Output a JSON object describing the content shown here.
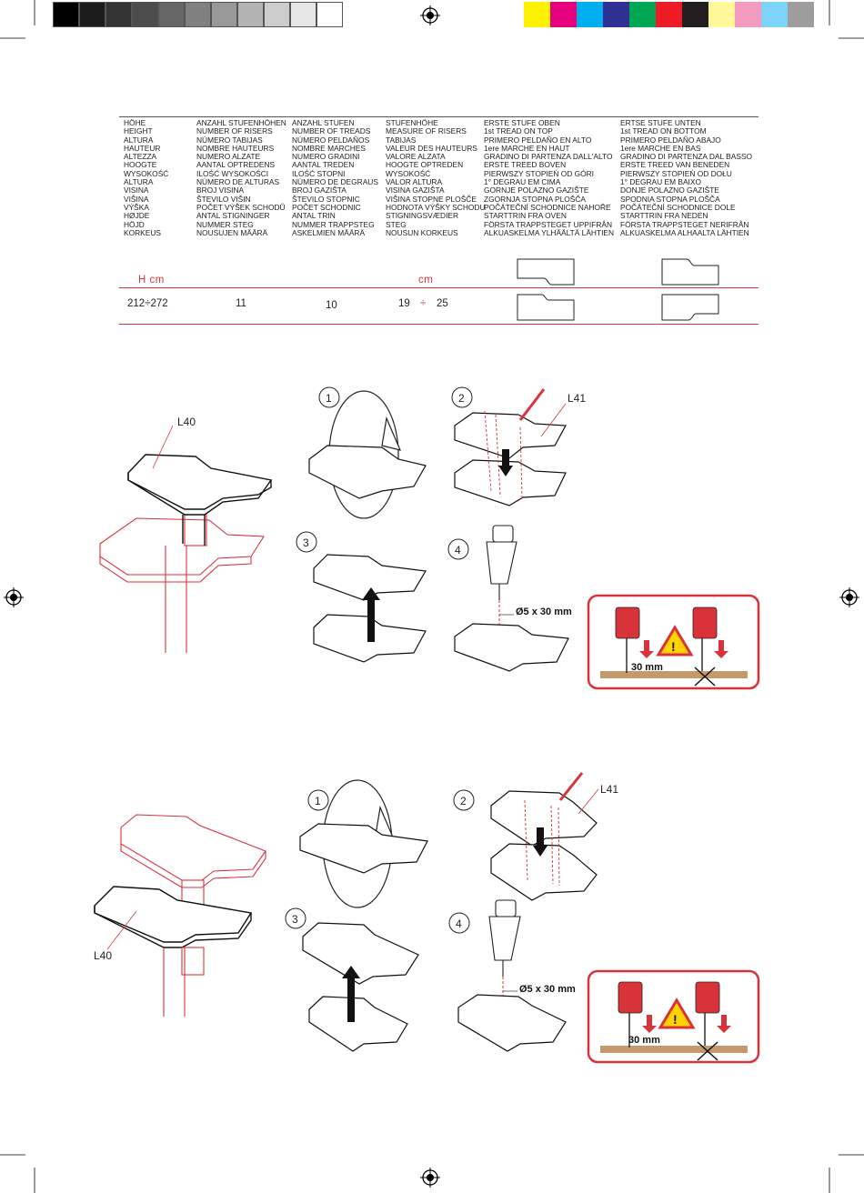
{
  "color_bar": {
    "grays": [
      "#000000",
      "#1c1c1c",
      "#333333",
      "#4d4d4d",
      "#666666",
      "#808080",
      "#999999",
      "#b3b3b3",
      "#cccccc",
      "#e6e6e6",
      "#ffffff"
    ],
    "colors": [
      "#fff200",
      "#e6007e",
      "#00aeef",
      "#2e3192",
      "#00a651",
      "#ed1c24",
      "#231f20",
      "#fff799",
      "#f49ac1",
      "#7dd3f7",
      "#9d9d9d"
    ]
  },
  "table": {
    "col1": "HÖHE\nHEIGHT\nALTURA\nHAUTEUR\nALTEZZA\nHOOGTE\nWYSOKOŚĆ\nALTURA\nVISINA\nVIŠINA\nVÝŠKA\nHØJDE\nHÖJD\nKORKEUS",
    "col2": "ANZAHL STUFENHÖHEN\nNUMBER OF RISERS\nNÚMERO TABIJAS\nNOMBRE HAUTEURS\nNUMERO ALZATE\nAANTAL OPTREDENS\nILOŚĆ WYSOKOŚCI\nNÚMERO DE ALTURAS\nBROJ VISINA\nŠTEVILO VIŠIN\nPOČET VÝŠEK SCHODŮ\nANTAL STIGNINGER\nNUMMER STEG\nNOUSUJEN MÄÄRÄ",
    "col3": "ANZAHL STUFEN\nNUMBER OF TREADS\nNÚMERO PELDAÑOS\nNOMBRE MARCHES\nNUMERO GRADINI\nAANTAL TREDEN\nILOŚĆ STOPNI\nNÚMERO DE DEGRAUS\nBROJ GAZIŠTA\nŠTEVILO STOPNIC\nPOČET SCHODNIC\nANTAL TRIN\nNUMMER TRAPPSTEG\nASKELMIEN MÄÄRÄ",
    "col4": "STUFENHÖHE\nMEASURE OF RISERS\nTABIJAS\nVALEUR DES HAUTEURS\nVALORE ALZATA\nHOOGTE OPTREDEN\nWYSOKOŚĆ\nVALOR ALTURA\nVISINA GAZIŠTA\nVIŠINA STOPNE PLOŠČE\nHODNOTA VÝŠKY SCHODU\nSTIGNINGSVÆDIER\nSTEG\nNOUSUN KORKEUS",
    "col5": "ERSTE STUFE OBEN\n1st TREAD ON TOP\nPRIMERO PELDAÑO EN ALTO\n1ere MARCHE EN HAUT\nGRADINO DI PARTENZA DALL'ALTO\nERSTE TREED BOVEN\nPIERWSZY STOPIEŃ OD GÓRI\n1° DEGRAU EM CIMA\nGORNJE POLAZNO GAZIŠTE\nZGORNJA STOPNA PLOŠČA\nPOČÁTEČNÍ SCHODNICE NAHOŘE\nSTARTTRIN FRA OVEN\nFÖRSTA TRAPPSTEGET UPPIFRÅN\nALKUASKELMA YLHÄÄLTÄ LÄHTIEN",
    "col6": "ERTSE STUFE UNTEN\n1st TREAD ON BOTTOM\nPRIMERO PELDAÑO ABAJO\n1ere MARCHE EN BAS\nGRADINO DI PARTENZA DAL BASSO\nERSTE TREED VAN BENEDEN\nPIERWSZY STOPIEŃ OD DOŁU\n1° DEGRAU EM BAIXO\nDONJE POLAZNO GAZIŠTE\nSPODNIA STOPNA PLOŠČA\nPOČÁTEČNÍ SCHODNICE DOLE\nSTARTTRIN FRA NEDEN\nFÖRSTA TRAPPSTEGET NERIFRÅN\nALKUASKELMA ALHAALTA LÄHTIEN",
    "unit_h": "H  cm",
    "unit_cm": "cm",
    "height_range": "212÷272",
    "risers": "11",
    "treads": "10",
    "riser_min": "19",
    "riser_sep": "÷",
    "riser_max": "25"
  },
  "diagrams": {
    "part_a": "L40",
    "part_b": "L41",
    "steps": [
      "1",
      "2",
      "3",
      "4"
    ],
    "drill_spec": "Ø5 x 30 mm",
    "depth_label": "30 mm",
    "warning_symbol": "!"
  },
  "accent": "#d8323a"
}
